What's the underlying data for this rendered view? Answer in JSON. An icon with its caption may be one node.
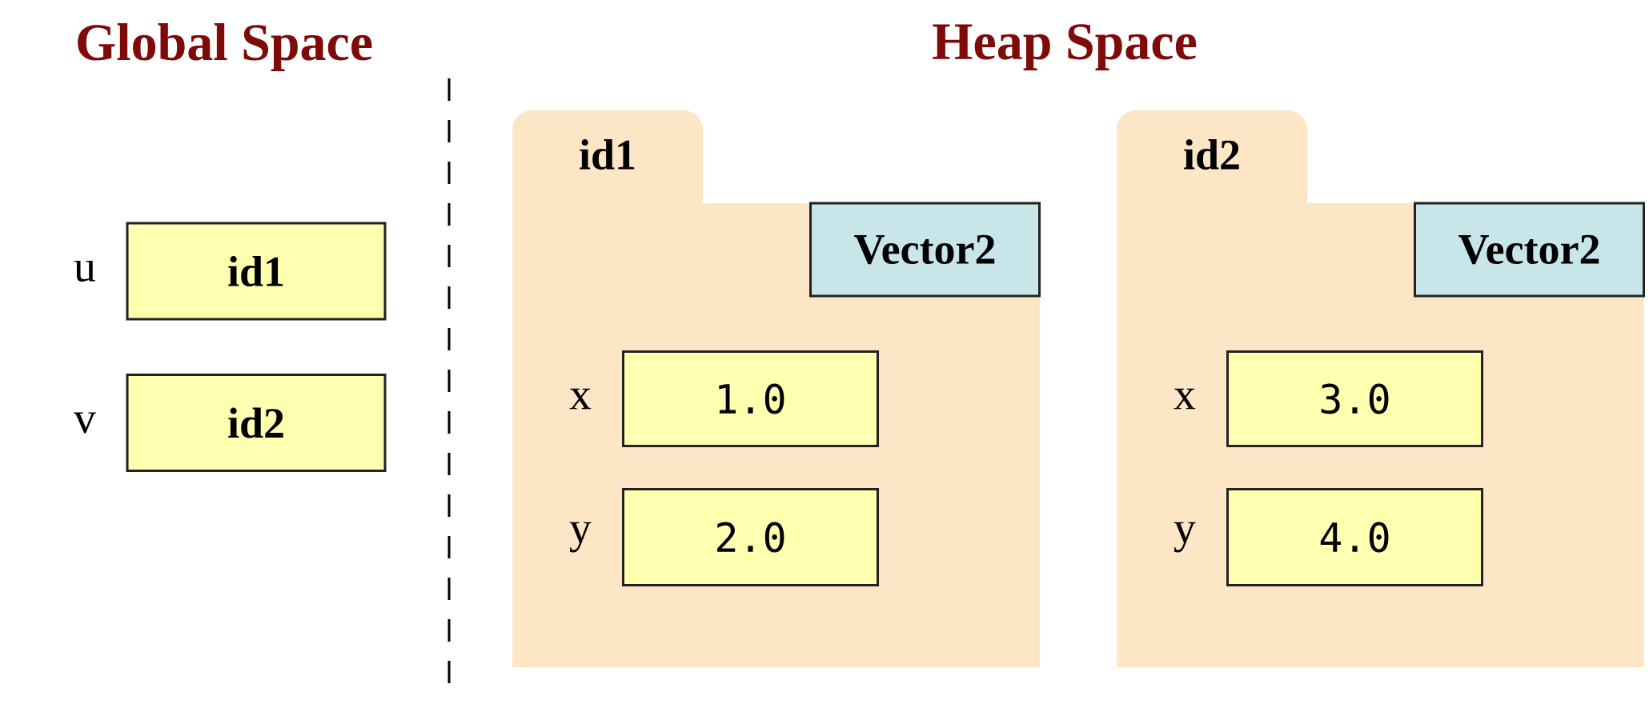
{
  "diagram": {
    "nodes": [
      {
        "text": [
          "id1"
        ],
        "beside": [
          "u"
        ]
      },
      {
        "text": [
          "id2"
        ],
        "beside": [
          "v"
        ]
      },
      {
        "text": [
          "id1"
        ]
      },
      {
        "text": [
          "Vector2"
        ],
        "in": 2
      },
      {
        "text": [
          "1.0"
        ],
        "beside": [
          "x"
        ],
        "in": 2
      },
      {
        "text": [
          "2.0"
        ],
        "beside": [
          "y"
        ],
        "in": 2
      },
      {
        "text": [
          "id2"
        ]
      },
      {
        "text": [
          "Vector2"
        ],
        "in": 6
      },
      {
        "text": [
          "3.0"
        ],
        "beside": [
          "x"
        ],
        "in": 6
      },
      {
        "text": [
          "4.0"
        ],
        "beside": [
          "y"
        ],
        "in": 6
      }
    ],
    "edges": [],
    "labels": [
      "Global Space",
      "Heap Space"
    ]
  }
}
